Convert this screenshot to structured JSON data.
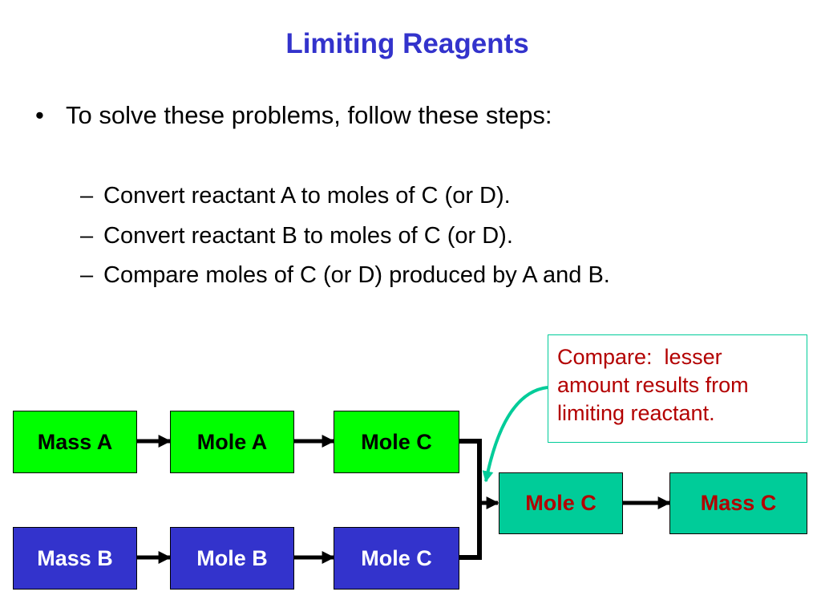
{
  "title": "Limiting Reagents",
  "bullet": {
    "marker": "•",
    "text": "To solve these problems, follow these steps:"
  },
  "steps": {
    "marker": "–",
    "items": [
      "Convert reactant A to moles of C (or D).",
      "Convert reactant B to moles of C (or D).",
      "Compare moles of C (or D) produced by A and B."
    ]
  },
  "flow": {
    "row_a": [
      "Mass A",
      "Mole A",
      "Mole C"
    ],
    "row_b": [
      "Mass B",
      "Mole B",
      "Mole C"
    ],
    "result": [
      "Mole C",
      "Mass C"
    ]
  },
  "callout": {
    "lines": [
      "Compare:  lesser",
      "amount results from",
      "limiting reactant."
    ]
  },
  "colors": {
    "title": "#3333cc",
    "row_a_fill": "#00ff00",
    "row_b_fill": "#3333cc",
    "result_fill": "#00cc99",
    "result_text": "#b30000",
    "callout_text": "#b30000",
    "callout_border": "#00cc99",
    "curved_arrow": "#00cc99"
  }
}
